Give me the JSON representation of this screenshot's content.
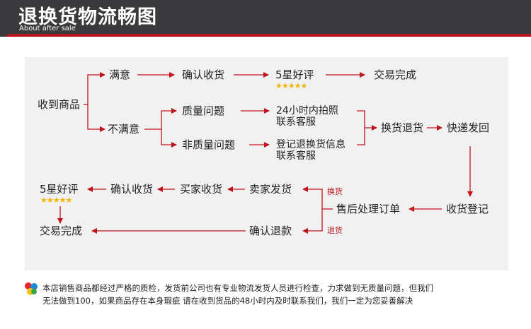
{
  "header": {
    "title": "退换货物流畅图",
    "subtitle": "About after sale"
  },
  "flow": {
    "received": "收到商品",
    "satisfied": "满意",
    "dissatisfied": "不满意",
    "confirm_receipt_1": "确认收货",
    "five_star_1": "5星好评",
    "trade_done_1": "交易完成",
    "quality_issue": "质量问题",
    "non_quality_issue": "非质量问题",
    "photo_line1": "24小时内拍照",
    "photo_line2": "联系客服",
    "register_line1": "登记退换货信息",
    "register_line2": "联系客服",
    "exchange_return": "换货退货",
    "express_back": "快递发回",
    "receive_register": "收货登记",
    "aftersale_order": "售后处理订单",
    "seller_ship": "卖家发货",
    "buyer_receive": "买家收货",
    "confirm_receipt_2": "确认收货",
    "five_star_2": "5星好评",
    "trade_done_2": "交易完成",
    "confirm_refund": "确认退款",
    "tag_exchange": "换货",
    "tag_return": "退货",
    "stars": "★★★★★"
  },
  "footer": {
    "line1": "本店销售商品都经过严格的质检，发货前公司也有专业物流发货人员进行检查，力求做到无质量问题，但我们",
    "line2": "无法做到100，如果商品存在本身瑕疵  请在收到货品的48小时内及时联系我们，我们一定为您妥善解决"
  },
  "colors": {
    "header_bg": "#3a3a3c",
    "accent": "#b8141c",
    "arrow": "#c0141c",
    "stars": "#f2b400"
  }
}
